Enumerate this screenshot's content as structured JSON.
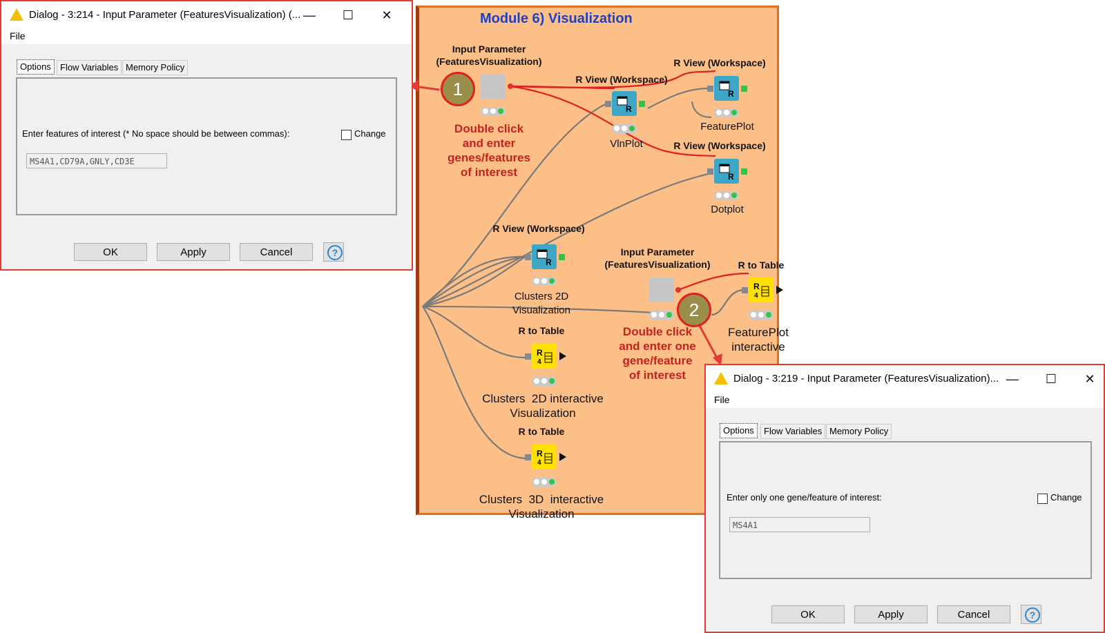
{
  "dialog1": {
    "title": "Dialog - 3:214 - Input Parameter (FeaturesVisualization) (...",
    "menu_file": "File",
    "tabs": [
      "Options",
      "Flow Variables",
      "Memory Policy"
    ],
    "prompt": "Enter features of interest (* No space should be between commas):",
    "change_label": "Change",
    "value": "MS4A1,CD79A,GNLY,CD3E",
    "buttons": {
      "ok": "OK",
      "apply": "Apply",
      "cancel": "Cancel"
    }
  },
  "dialog2": {
    "title": "Dialog - 3:219 - Input Parameter (FeaturesVisualization)...",
    "menu_file": "File",
    "tabs": [
      "Options",
      "Flow Variables",
      "Memory Policy"
    ],
    "prompt": "Enter only one gene/feature of interest:",
    "change_label": "Change",
    "value": "MS4A1",
    "buttons": {
      "ok": "OK",
      "apply": "Apply",
      "cancel": "Cancel"
    }
  },
  "window_controls": {
    "minimize": "—",
    "maximize": "☐",
    "close": "✕",
    "help": "?"
  },
  "workflow": {
    "title": "Module 6) Visualization",
    "colors": {
      "canvas": "#fdbf88",
      "annotation": "#c62020",
      "title": "#1f40c0",
      "callout_border": "#e53935"
    },
    "badges": [
      "1",
      "2"
    ],
    "nodes": {
      "input1": {
        "type": "Input Parameter",
        "label": "Input Parameter\n(FeaturesVisualization)"
      },
      "vln": {
        "type": "R View (Workspace)",
        "name": "VlnPlot"
      },
      "feature": {
        "type": "R View (Workspace)",
        "name": "FeaturePlot"
      },
      "dot": {
        "type": "R View (Workspace)",
        "name": "Dotplot"
      },
      "clusters2d": {
        "type": "R View (Workspace)",
        "name": "Clusters 2D\nVisualization"
      },
      "input2": {
        "type": "Input Parameter",
        "label": "Input Parameter\n(FeaturesVisualization)"
      },
      "fp_interactive": {
        "type": "R to Table",
        "name": "FeaturePlot\ninteractive"
      },
      "c2d_interactive": {
        "type": "R to Table",
        "name": "Clusters  2D interactive\nVisualization"
      },
      "c3d_interactive": {
        "type": "R to Table",
        "name": "Clusters  3D  interactive\nVisualization"
      }
    },
    "annotations": {
      "a1": "Double click\nand enter\ngenes/features\nof interest",
      "a2": "Double click\nand enter one\ngene/feature\nof interest"
    }
  }
}
